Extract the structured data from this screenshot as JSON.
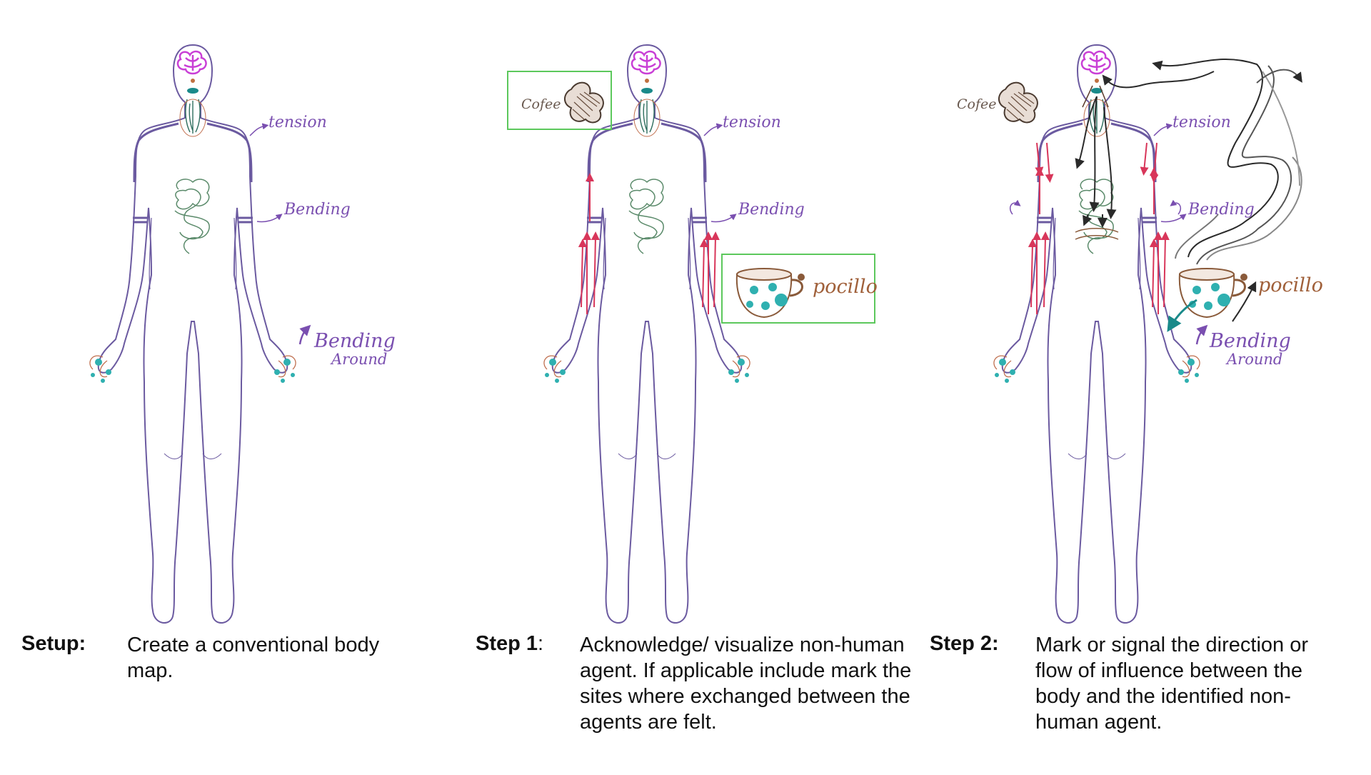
{
  "panels": [
    {
      "caption_label": "Setup:",
      "caption_text": "Create a conventional body map.",
      "annotations": {
        "tension": "tension",
        "bending": "Bending",
        "bending_around_1": "Bending",
        "bending_around_2": "Around"
      }
    },
    {
      "caption_label": "Step 1",
      "caption_colon": ":",
      "caption_text": "Acknowledge/ visualize non-human agent. If applicable include mark the sites where exchanged between the agents are felt.",
      "annotations": {
        "cofee": "Cofee",
        "tension": "tension",
        "bending": "Bending",
        "pocillo": "pocillo"
      }
    },
    {
      "caption_label": "Step 2:",
      "caption_text": "Mark or signal the direction or flow of influence between the body and the identified non-human agent.",
      "annotations": {
        "cofee": "Cofee",
        "tension": "tension",
        "bending": "Bending",
        "pocillo": "pocillo",
        "bending_around_1": "Bending",
        "bending_around_2": "Around"
      }
    }
  ],
  "colors": {
    "outline": "#6b5aa0",
    "brain": "#c93fd6",
    "annotation": "#7a4fb0",
    "stomach": "#5a8a6a",
    "coffee_brown": "#8a5a3a",
    "teal": "#2fb0b0",
    "red_arrow": "#d8365a",
    "highlight_box": "#5cc85c",
    "flow_dark": "#2a2a2a"
  }
}
